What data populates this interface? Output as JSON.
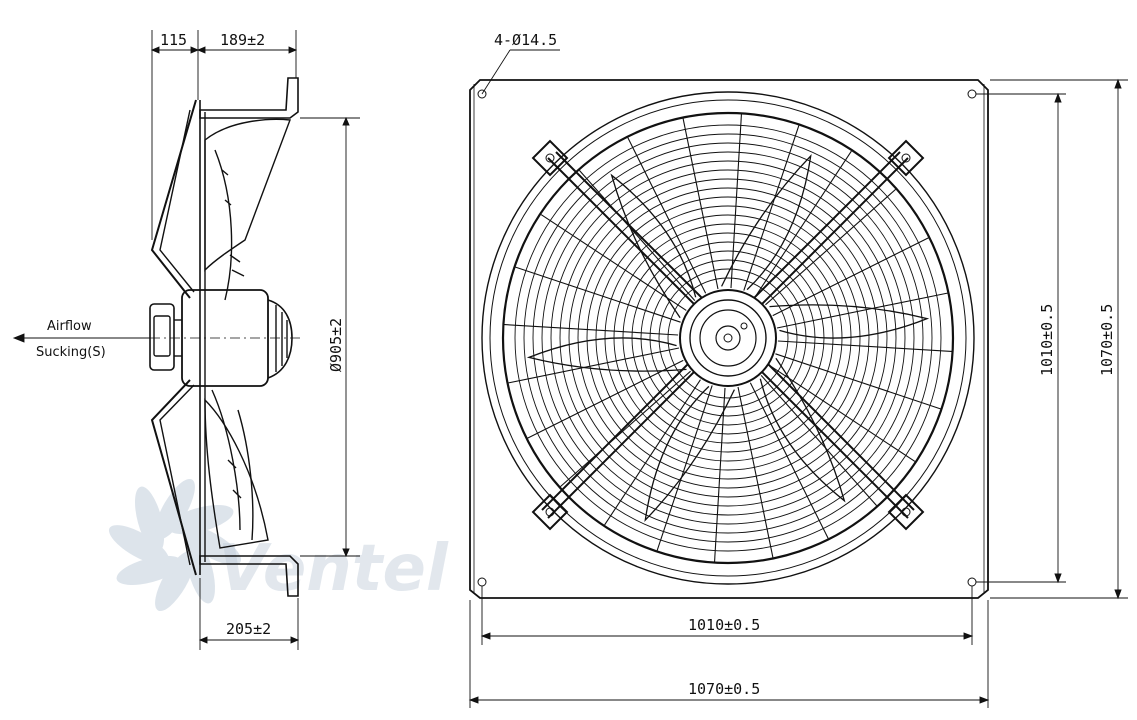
{
  "side_view": {
    "dim_top_left": "115",
    "dim_top_right": "189±2",
    "dim_bottom": "205±2",
    "dim_diameter": "Ø905±2",
    "airflow_label": "Airflow",
    "sucking_label": "Sucking(S)"
  },
  "front_view": {
    "holes_label": "4-Ø14.5",
    "dim_inner_width": "1010±0.5",
    "dim_outer_width": "1070±0.5",
    "dim_inner_height": "1010±0.5",
    "dim_outer_height": "1070±0.5"
  },
  "watermark": {
    "text": "Ventel"
  },
  "colors": {
    "line": "#111111",
    "watermark": "#bfcbd8"
  }
}
